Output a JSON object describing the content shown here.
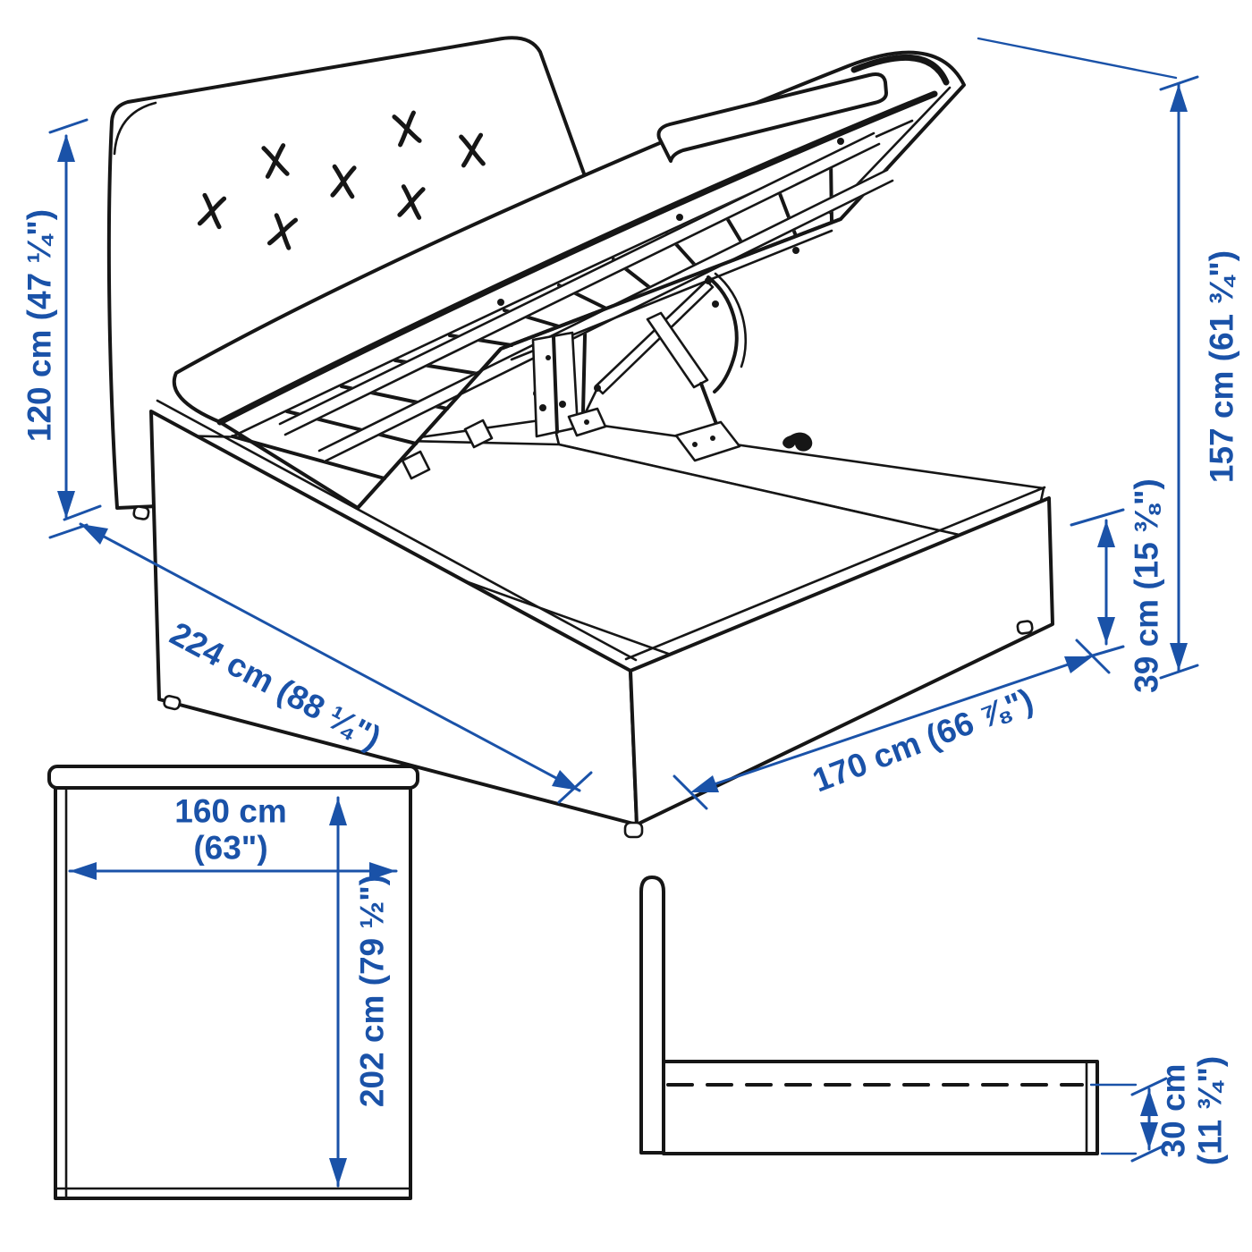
{
  "diagram": {
    "type": "product dimension diagram",
    "product": "storage bed with lift-up slatted base",
    "colors": {
      "dimension": "#1a52a8",
      "line": "#161616",
      "background": "#ffffff"
    },
    "perspective_view": {
      "headboard_height": "120 cm (47 ¼\")",
      "frame_length": "224 cm (88 ¼\")",
      "open_height": "157 cm (61 ¾\")",
      "footboard_height": "39 cm (15 ⅜\")",
      "frame_width": "170 cm (66 ⅞\")"
    },
    "top_view": {
      "mattress_width": "160 cm",
      "mattress_width_inches": "(63\")",
      "mattress_length": "202 cm (79 ½\")"
    },
    "side_view": {
      "storage_height": "30 cm",
      "storage_height_inches": "(11 ¾\")"
    }
  }
}
